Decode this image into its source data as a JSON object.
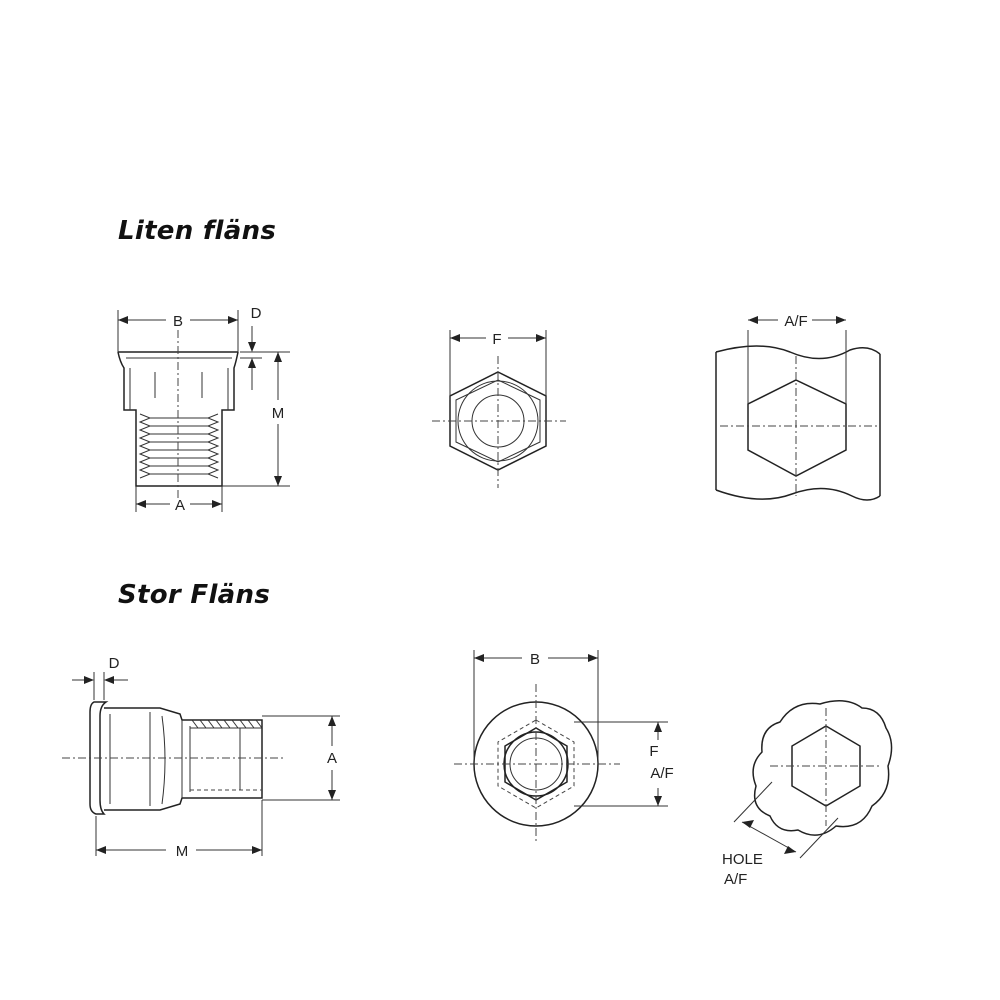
{
  "sections": {
    "small_flange": {
      "title": "Liten fläns"
    },
    "large_flange": {
      "title": "Stor Fläns"
    }
  },
  "labels": {
    "small_side": {
      "B": "B",
      "D": "D",
      "M": "M",
      "A": "A"
    },
    "small_end": {
      "F": "F"
    },
    "small_hole": {
      "AF": "A/F"
    },
    "large_side": {
      "D": "D",
      "A": "A",
      "M": "M"
    },
    "large_end": {
      "B": "B",
      "F": "F",
      "AF": "A/F"
    },
    "large_hole": {
      "HOLE": "HOLE",
      "AF": "A/F"
    }
  }
}
